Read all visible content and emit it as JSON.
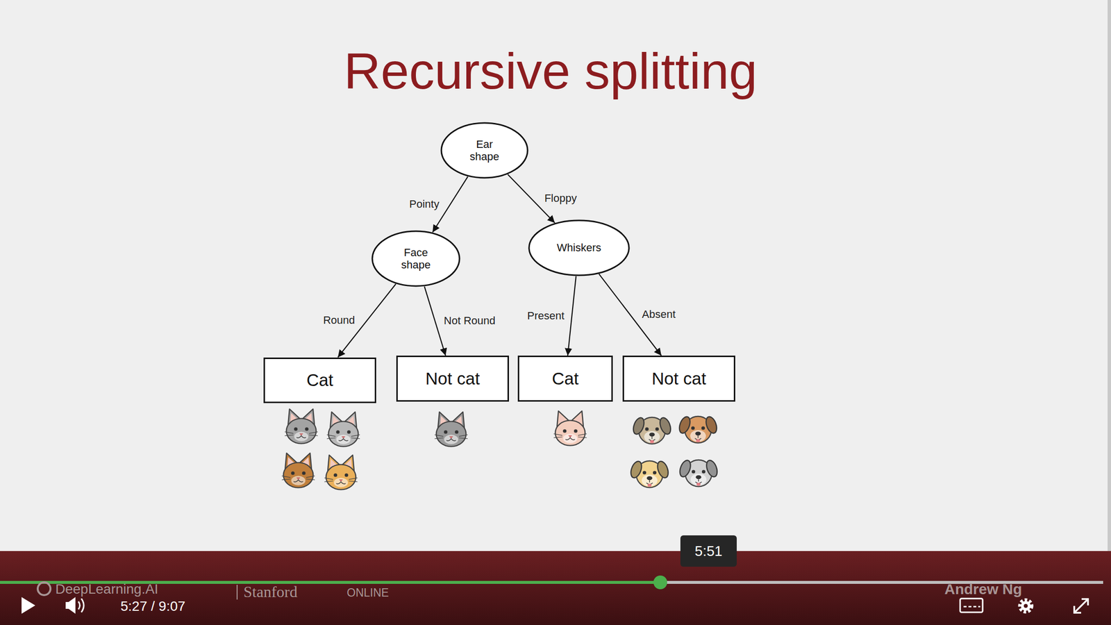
{
  "diagram": {
    "title": "Recursive splitting",
    "nodes": [
      {
        "text": [
          "Ear shape"
        ]
      },
      {
        "text": [
          "Face shape"
        ]
      },
      {
        "text": [
          "Whiskers"
        ]
      },
      {
        "text": [
          "Cat"
        ]
      },
      {
        "text": [
          "Not cat"
        ]
      },
      {
        "text": [
          "Cat"
        ]
      },
      {
        "text": [
          "Not cat"
        ]
      }
    ],
    "edges": [
      {
        "from": 0,
        "to": 1,
        "label": "Pointy",
        "arrow": "to"
      },
      {
        "from": 0,
        "to": 2,
        "label": "Floppy",
        "arrow": "to"
      },
      {
        "from": 1,
        "to": 3,
        "label": "Round",
        "arrow": "to"
      },
      {
        "from": 1,
        "to": 4,
        "label": "Not Round",
        "arrow": "to"
      },
      {
        "from": 2,
        "to": 5,
        "label": "Present",
        "arrow": "to"
      },
      {
        "from": 2,
        "to": 6,
        "label": "Absent",
        "arrow": "to"
      }
    ],
    "labels": [
      "5:51",
      "5:27 / 9:07",
      "DeepLearning.AI",
      "Stanford",
      "ONLINE",
      "Andrew Ng"
    ]
  }
}
